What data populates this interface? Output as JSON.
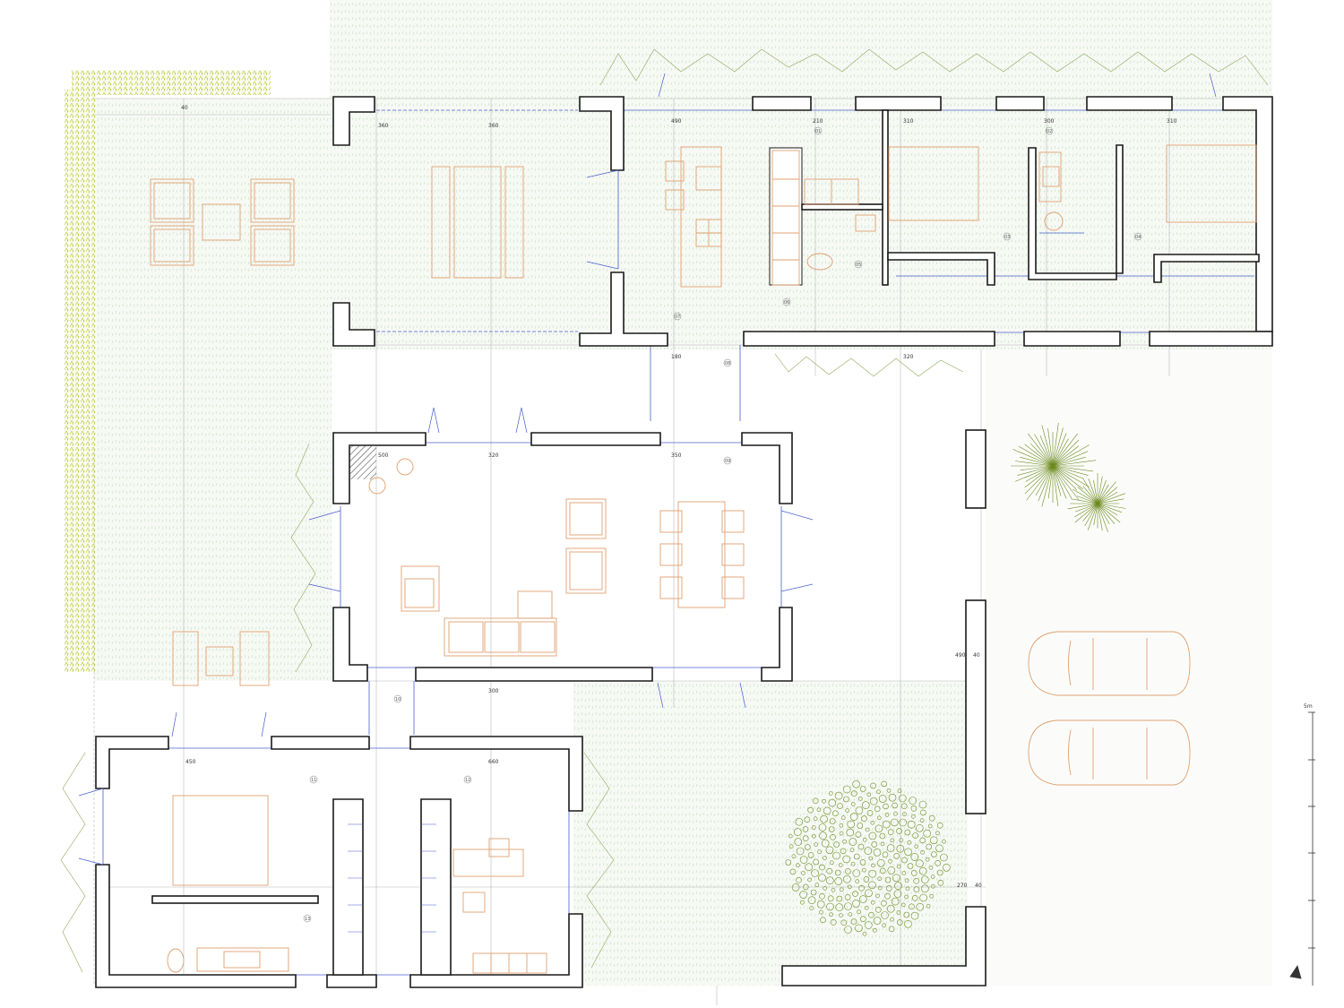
{
  "plan": {
    "colors": {
      "wall": "#1a1a1a",
      "furniture": "#e0a070",
      "window": "#4a5fd0",
      "grass": "#8fc08a",
      "tree": "#6d8a1e",
      "grid": "#b8b8b8",
      "plant_hedge": "#b9c83a"
    },
    "scale_label": "5m",
    "dimensions": [
      {
        "id": "d1",
        "text": "40"
      },
      {
        "id": "d2",
        "text": "360"
      },
      {
        "id": "d3",
        "text": "360"
      },
      {
        "id": "d4",
        "text": "490"
      },
      {
        "id": "d5",
        "text": "210"
      },
      {
        "id": "d6",
        "text": "310"
      },
      {
        "id": "d7",
        "text": "300"
      },
      {
        "id": "d8",
        "text": "310"
      },
      {
        "id": "d9",
        "text": "500"
      },
      {
        "id": "d10",
        "text": "180"
      },
      {
        "id": "d11",
        "text": "320"
      },
      {
        "id": "d12",
        "text": "350"
      },
      {
        "id": "d13",
        "text": "300"
      },
      {
        "id": "d14",
        "text": "450"
      },
      {
        "id": "d15",
        "text": "660"
      },
      {
        "id": "d16",
        "text": "320"
      },
      {
        "id": "d17",
        "text": "490"
      },
      {
        "id": "d18",
        "text": "40"
      },
      {
        "id": "d19",
        "text": "270"
      },
      {
        "id": "d20",
        "text": "40"
      }
    ],
    "room_numbers": [
      "01",
      "02",
      "03",
      "04",
      "05",
      "06",
      "07",
      "08",
      "09",
      "10",
      "11",
      "12",
      "13"
    ]
  }
}
